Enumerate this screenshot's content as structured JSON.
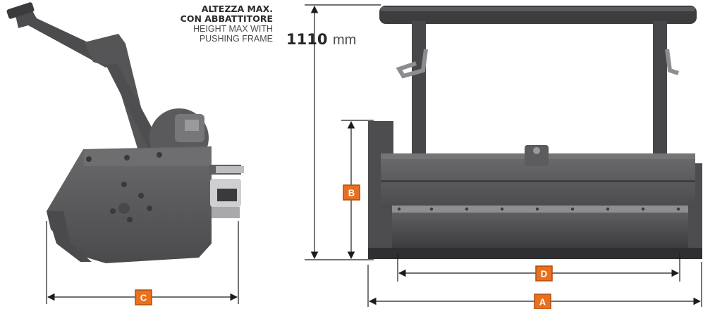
{
  "height_caption": {
    "it_line1": "ALTEZZA MAX.",
    "it_line2": "CON ABBATTITORE",
    "en_line1": "HEIGHT MAX WITH",
    "en_line2": "PUSHING FRAME"
  },
  "height_value": {
    "number": "1110",
    "unit": "mm"
  },
  "dimensions": {
    "a": "A",
    "b": "B",
    "c": "C",
    "d": "D"
  },
  "colors": {
    "machine_body": "#5b5b5d",
    "machine_dark": "#3f3f41",
    "machine_light": "#7a7a7c",
    "badge_fill": "#e8701f",
    "badge_stroke": "#b34d0c",
    "dimension_line": "#1c1c1c"
  }
}
